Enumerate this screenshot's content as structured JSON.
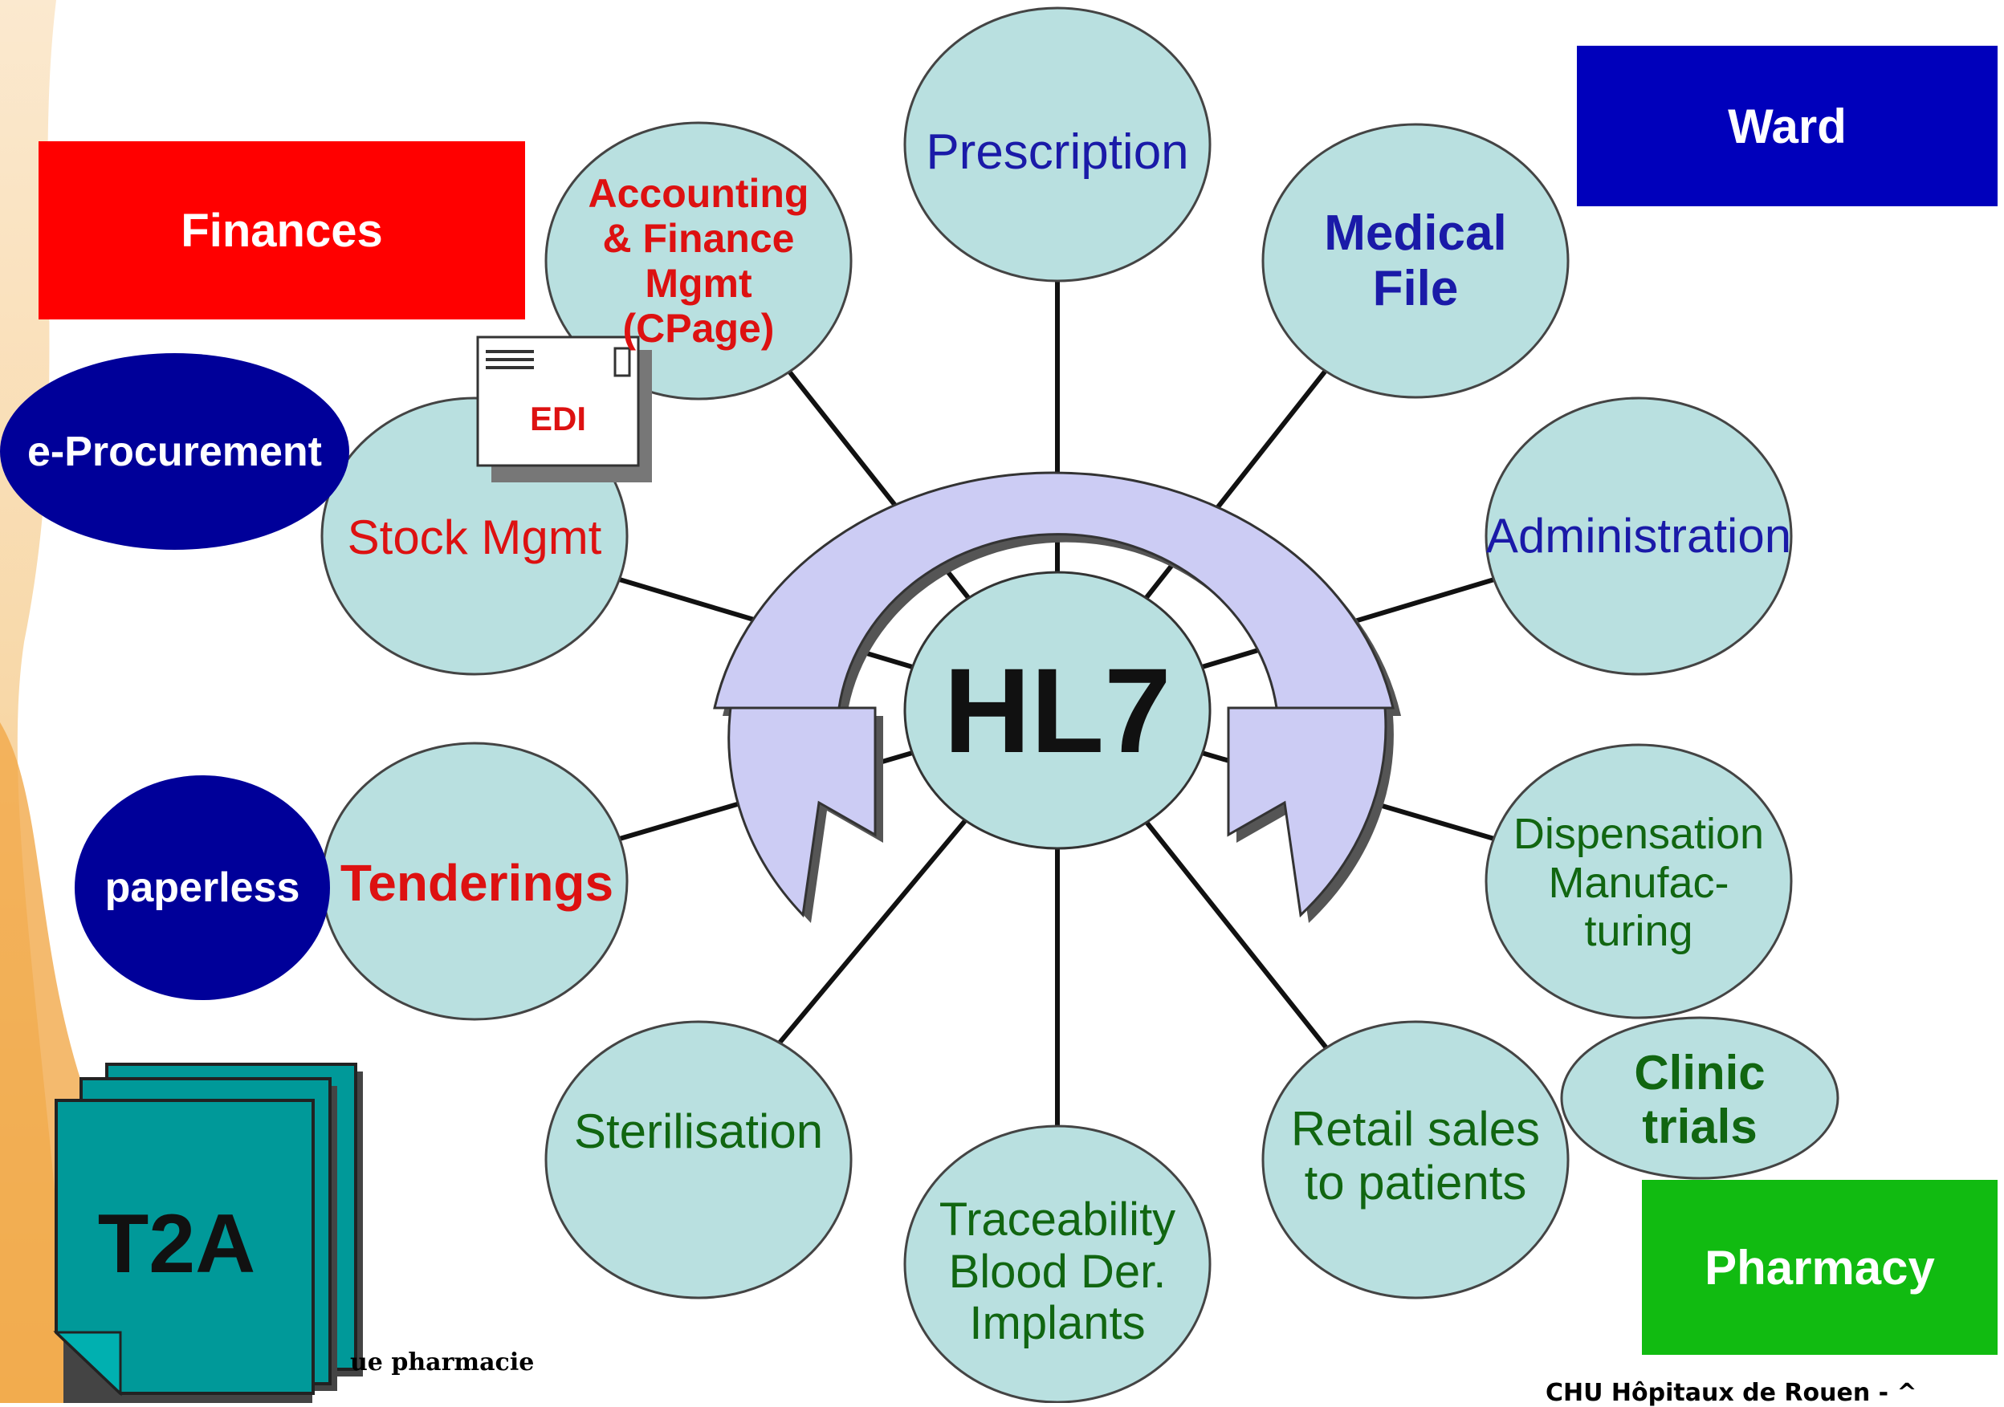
{
  "hub": {
    "label": "HL7"
  },
  "nodes": {
    "prescription": "Prescription",
    "medical_file": "Medical\nFile",
    "administration": "Administration",
    "dispensation": "Dispensation\nManufac-\nturing",
    "retail": "Retail sales\nto patients",
    "traceability": "Traceability\nBlood Der.\nImplants",
    "sterilisation": "Sterilisation",
    "tenderings": "Tenderings",
    "stock": "Stock Mgmt",
    "accounting": "Accounting\n& Finance\nMgmt\n(CPage)",
    "clinic_trials": "Clinic\ntrials"
  },
  "boxes": {
    "finances": "Finances",
    "ward": "Ward",
    "pharmacy": "Pharmacy",
    "edi": "EDI",
    "t2a": "T2A"
  },
  "ovals": {
    "eprocurement": "e-Procurement",
    "paperless": "paperless"
  },
  "footer": {
    "left": "ue pharmacie",
    "right": "CHU Hôpitaux de Rouen - ^"
  },
  "colors": {
    "node_fill": "#b9e0e0",
    "arrow_fill": "#ccccf4",
    "finances": "#ff0000",
    "ward": "#0000bb",
    "pharmacy": "#11bb11",
    "oval": "#000099",
    "t2a": "#009999",
    "text_blue": "#1a1aa8",
    "text_red": "#dd1111",
    "text_green": "#116611"
  }
}
